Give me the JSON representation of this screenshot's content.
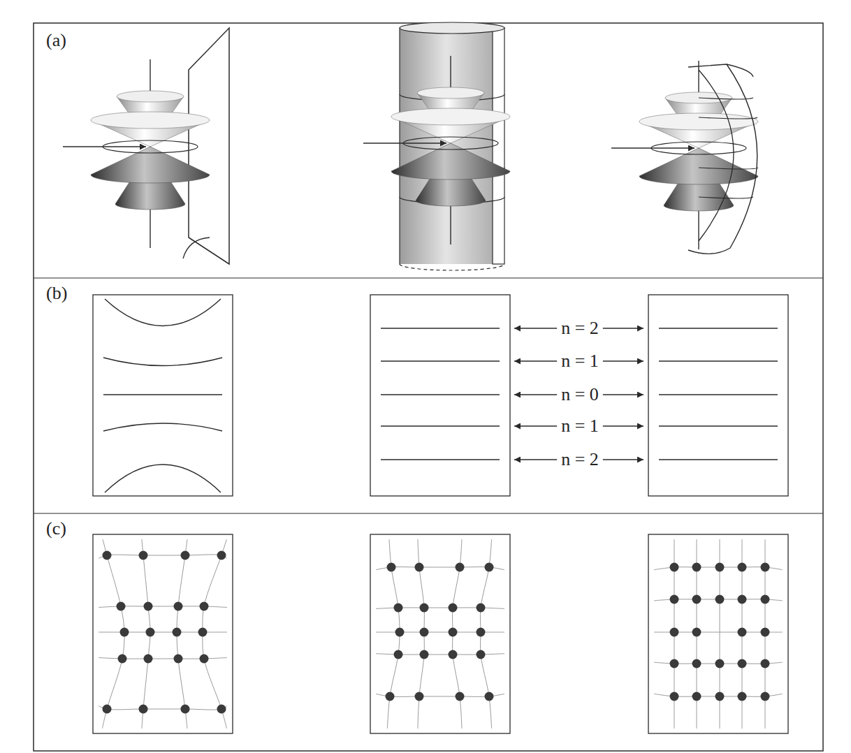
{
  "diagram": {
    "labels": [
      "(a)",
      "(b)",
      "(c)",
      "n = 2",
      "n = 1",
      "n = 0",
      "n = 1",
      "n = 2"
    ]
  }
}
